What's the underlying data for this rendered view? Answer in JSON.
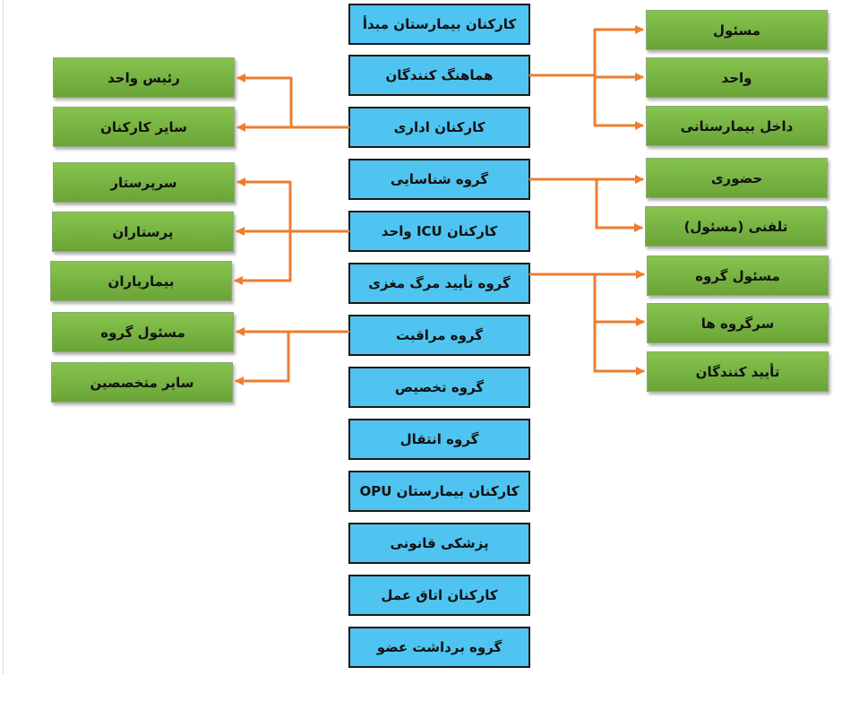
{
  "center_boxes": [
    "کارکنان بیمارستان مبدأ",
    "هماهنگ کنندگان",
    "کارکنان اداری",
    "گروه شناسایی",
    "کارکنان ICU واحد",
    "گروه تأیید مرگ مغزی",
    "گروه مراقبت",
    "گروه تخصیص",
    "گروه انتقال",
    "کارکنان بیمارستان OPU",
    "پزشکی قانونی",
    "کارکنان اتاق عمل",
    "گروه برداشت عضو"
  ],
  "left_boxes": [
    "رئیس واحد",
    "سایر کارکنان",
    "سرپرستار",
    "پرستاران",
    "بیماریاران",
    "مسئول گروه",
    "سایر متخصصین"
  ],
  "right_boxes": [
    "مسئول",
    "واحد",
    "داخل بیمارستانی",
    "حضوری",
    "تلفنی (مسئول)",
    "مسئول گروه",
    "سرگروه ها",
    "تأیید کنندگان"
  ],
  "colors": {
    "center_fill": "#4fc4f0",
    "side_fill": "#78b443",
    "arrow": "#ed7d31"
  }
}
